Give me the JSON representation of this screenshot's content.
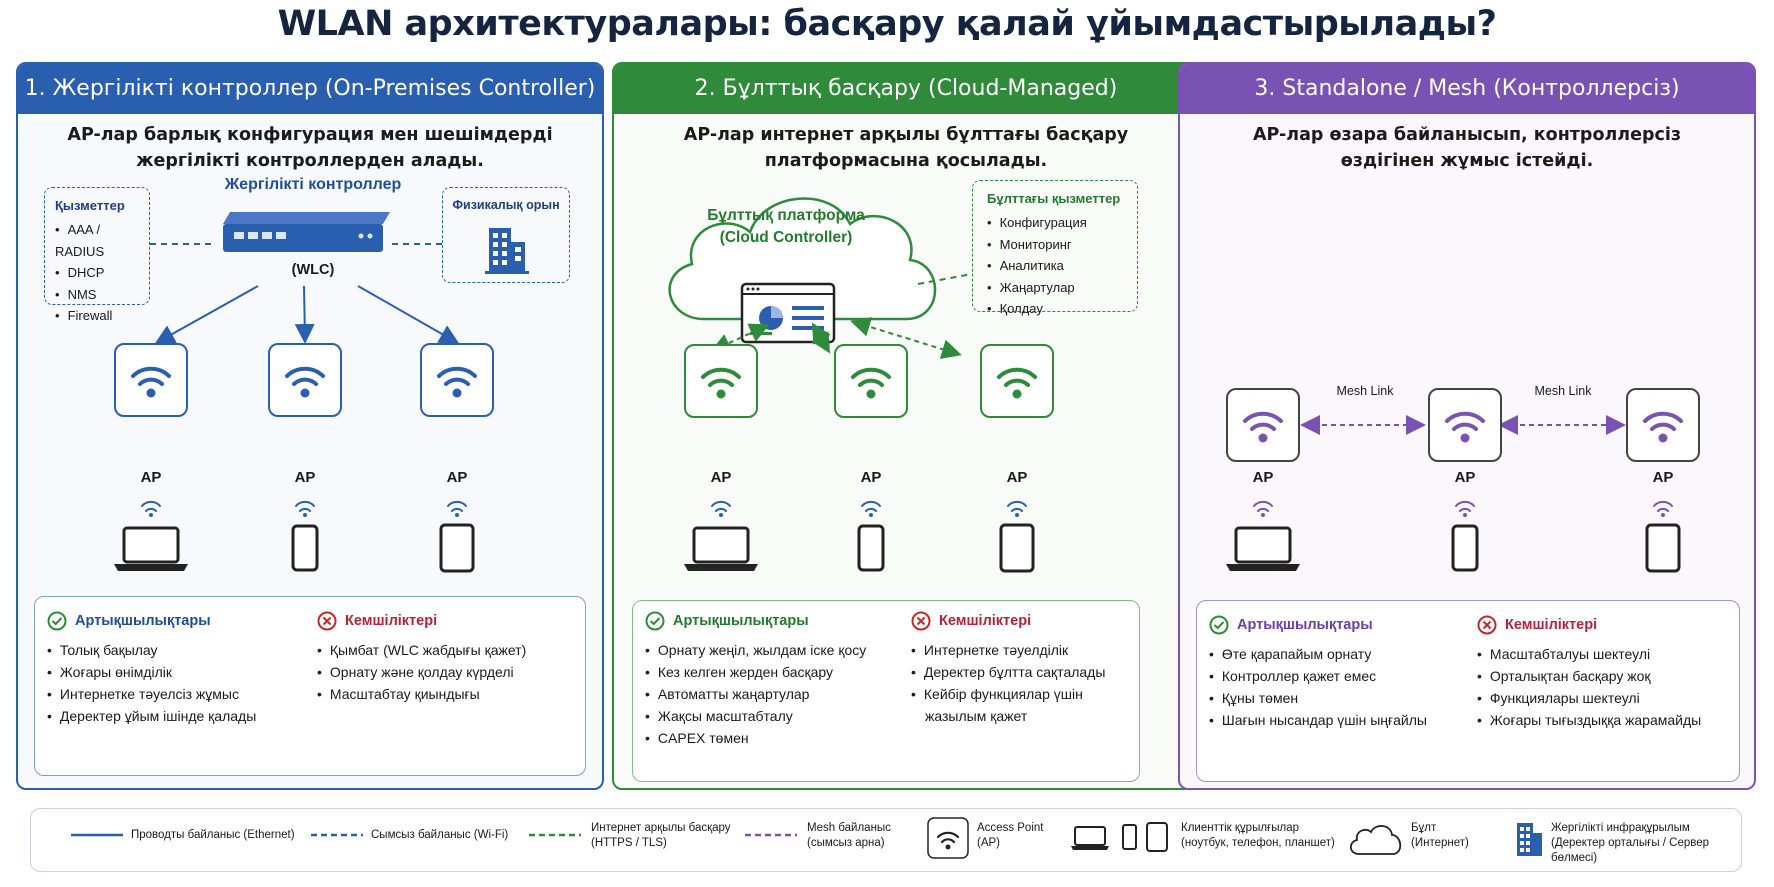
{
  "title": "WLAN архитектуралары: басқару қалай ұйымдастырылады?",
  "panels": {
    "p1": {
      "header": "1. Жергілікті контроллер (On-Premises Controller)",
      "desc": "AP-лар барлық конфигурация мен шешімдерді жергілікті контроллерден алады.",
      "services_title": "Қызметтер",
      "services": [
        "AAA / RADIUS",
        "DHCP",
        "NMS",
        "Firewall"
      ],
      "controller_title": "Жергілікті контроллер",
      "controller_label": "(WLC)",
      "physical": "Физикалық орын",
      "ap_label": "AP",
      "pros_title": "Артықшылықтары",
      "pros": [
        "Толық бақылау",
        "Жоғары өнімділік",
        "Интернетке тәуелсіз жұмыс",
        "Деректер ұйым ішінде қалады"
      ],
      "cons_title": "Кемшіліктері",
      "cons": [
        "Қымбат (WLC жабдығы қажет)",
        "Орнату және қолдау күрделі",
        "Масштабтау қиындығы"
      ]
    },
    "p2": {
      "header": "2. Бұлттық басқару (Cloud-Managed)",
      "desc": "AP-лар интернет арқылы бұлттағы басқару платформасына қосылады.",
      "cloud_title": "Бұлттық платформа",
      "cloud_sub": "(Cloud Controller)",
      "services_title": "Бұлттағы қызметтер",
      "services": [
        "Конфигурация",
        "Мониторинг",
        "Аналитика",
        "Жаңартулар",
        "Қолдау"
      ],
      "ap_label": "AP",
      "pros_title": "Артықшылықтары",
      "pros": [
        "Орнату жеңіл, жылдам іске қосу",
        "Кез келген жерден басқару",
        "Автоматты жаңартулар",
        "Жақсы масштабталу",
        "CAPEX төмен"
      ],
      "cons_title": "Кемшіліктері",
      "cons": [
        "Интернетке тәуелділік",
        "Деректер бұлтта сақталады",
        "Кейбір функциялар үшін",
        "жазылым қажет"
      ]
    },
    "p3": {
      "header": "3. Standalone / Mesh (Контроллерсіз)",
      "desc": "AP-лар өзара байланысып, контроллерсіз өздігінен жұмыс істейді.",
      "mesh_link": "Mesh Link",
      "ap_label": "AP",
      "pros_title": "Артықшылықтары",
      "pros": [
        "Өте қарапайым орнату",
        "Контроллер қажет емес",
        "Құны төмен",
        "Шағын нысандар үшін ыңғайлы"
      ],
      "cons_title": "Кемшіліктері",
      "cons": [
        "Масштабталуы шектеулі",
        "Орталықтан басқару жоқ",
        "Функциялары шектеулі",
        "Жоғары тығыздыққа жарамайды"
      ]
    }
  },
  "legend": {
    "wired": "Проводты байланыс (Ethernet)",
    "wireless": "Сымсыз байланыс (Wi-Fi)",
    "internet_1": "Интернет арқылы басқару",
    "internet_2": "(HTTPS / TLS)",
    "mesh_1": "Mesh байланыс",
    "mesh_2": "(сымсыз арна)",
    "ap_1": "Access Point",
    "ap_2": "(AP)",
    "clients_1": "Клиенттік құрылғылар",
    "clients_2": "(ноутбук, телефон, планшет)",
    "cloud_1": "Бұлт",
    "cloud_2": "(Интернет)",
    "infra_1": "Жергілікті инфрақұрылым",
    "infra_2": "(Деректер орталығы / Сервер бөлмесі)"
  },
  "colors": {
    "blue": "#2a5fb0",
    "green": "#2f8a3a",
    "purple": "#7a52b3",
    "red": "#c62828",
    "navy": "#15253f"
  }
}
